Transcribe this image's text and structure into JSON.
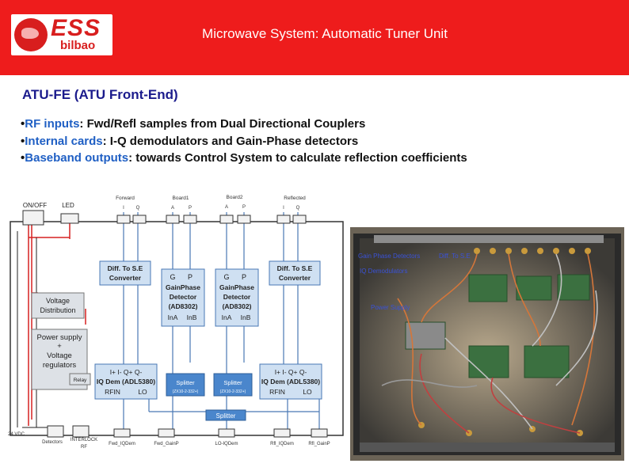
{
  "header": {
    "logo_text": "ESS",
    "logo_subtext": "bilbao",
    "title": "Microwave System: Automatic Tuner Unit"
  },
  "section_title": "ATU-FE (ATU Front-End)",
  "bullets": [
    {
      "bullet": "•",
      "highlight": "RF inputs",
      "rest": ": Fwd/Refl samples from Dual Directional Couplers"
    },
    {
      "bullet": "•",
      "highlight": "Internal cards",
      "rest": ": I-Q demodulators and Gain-Phase detectors"
    },
    {
      "bullet": "•",
      "highlight": "Baseband outputs",
      "rest": ": towards Control System to calculate reflection coefficients"
    }
  ],
  "diagram": {
    "on_off": "ON/OFF",
    "led": "LED",
    "top_groups": {
      "forward": "Forward",
      "board1": "Board1",
      "board2": "Board2",
      "reflected": "Reflected"
    },
    "top_letters": [
      "I",
      "Q",
      "A",
      "P",
      "A",
      "P",
      "I",
      "Q"
    ],
    "diff_left": {
      "line1": "Diff. To S.E",
      "line2": "Converter"
    },
    "diff_right": {
      "line1": "Diff. To S.E",
      "line2": "Converter"
    },
    "voltage_distribution": {
      "line1": "Voltage",
      "line2": "Distribution"
    },
    "power_supply": {
      "line1": "Power supply",
      "line2": "+",
      "line3": "Voltage",
      "line4": "regulators"
    },
    "relay": "Relay",
    "gp1": {
      "g": "G",
      "p": "P",
      "line1": "GainPhase",
      "line2": "Detector",
      "line3": "(AD8302)",
      "ina": "InA",
      "inb": "InB"
    },
    "gp2": {
      "g": "G",
      "p": "P",
      "line1": "GainPhase",
      "line2": "Detector",
      "line3": "(AD8302)",
      "ina": "InA",
      "inb": "InB"
    },
    "iq_left": {
      "line1": "I+  I-   Q+  Q-",
      "line2": "IQ Dem (ADL5380)",
      "rfin": "RFIN",
      "lo": "LO"
    },
    "iq_right": {
      "line1": "I+  I-   Q+  Q-",
      "line2": "IQ Dem (ADL5380)",
      "rfin": "RFIN",
      "lo": "LO"
    },
    "splitter_small_1": {
      "label": "Splitter",
      "part": "(ZX10-2-332+)"
    },
    "splitter_small_2": {
      "label": "Splitter",
      "part": "(ZX10-2-332+)"
    },
    "splitter_main": "Splitter",
    "vdc": "24 VDC",
    "interlock": {
      "line1": "INTERLOCK",
      "line2": "RF"
    },
    "bottom_labels": [
      "Detectors",
      "Fwd_IQDem",
      "Fwd_GainP",
      "LO-IQDem",
      "Rfl_IQDem",
      "Rfl_GainP"
    ]
  },
  "photo": {
    "labels": {
      "gain_phase": "Gain Phase Detectors",
      "diff": "Diff. To S.E",
      "iq": "IQ Demodulators",
      "power": "Power Supply"
    }
  }
}
